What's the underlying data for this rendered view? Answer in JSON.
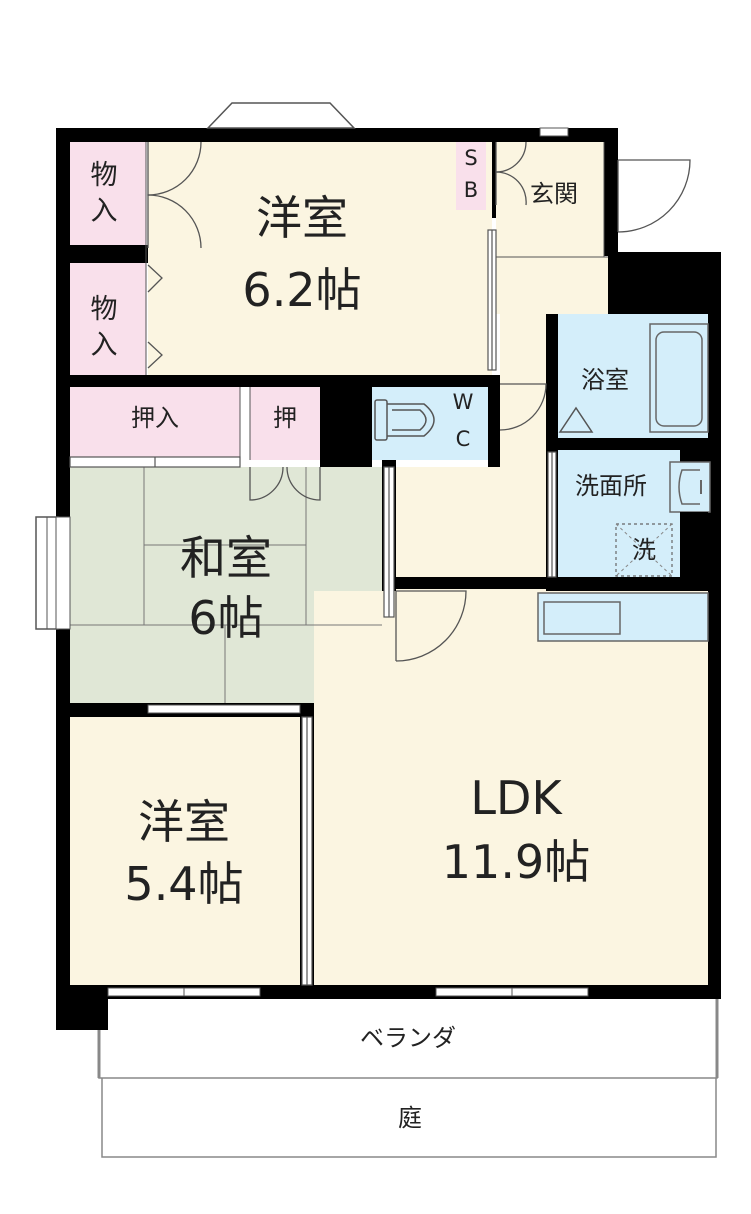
{
  "rooms": {
    "western_north": {
      "name": "洋室",
      "size": "6.2帖"
    },
    "storage_1": {
      "line1": "物",
      "line2": "入"
    },
    "storage_2": {
      "line1": "物",
      "line2": "入"
    },
    "shoe_box": {
      "line1": "S",
      "line2": "B"
    },
    "entrance": "玄関",
    "closet_long": "押入",
    "closet_small": "押",
    "toilet": {
      "line1": "W",
      "line2": "C"
    },
    "bathroom": "浴室",
    "washroom": "洗面所",
    "washer": "洗",
    "japanese": {
      "name": "和室",
      "size": "6帖"
    },
    "western_south": {
      "name": "洋室",
      "size": "5.4帖"
    },
    "ldk": {
      "name": "LDK",
      "size": "11.9帖"
    },
    "veranda": "ベランダ",
    "garden": "庭"
  },
  "colors": {
    "wall": "#000000",
    "western_floor": "#fbf5e1",
    "storage": "#f9e0eb",
    "wet_area": "#d4eefa",
    "tatami": "#e0e7d6",
    "line": "#555555"
  }
}
